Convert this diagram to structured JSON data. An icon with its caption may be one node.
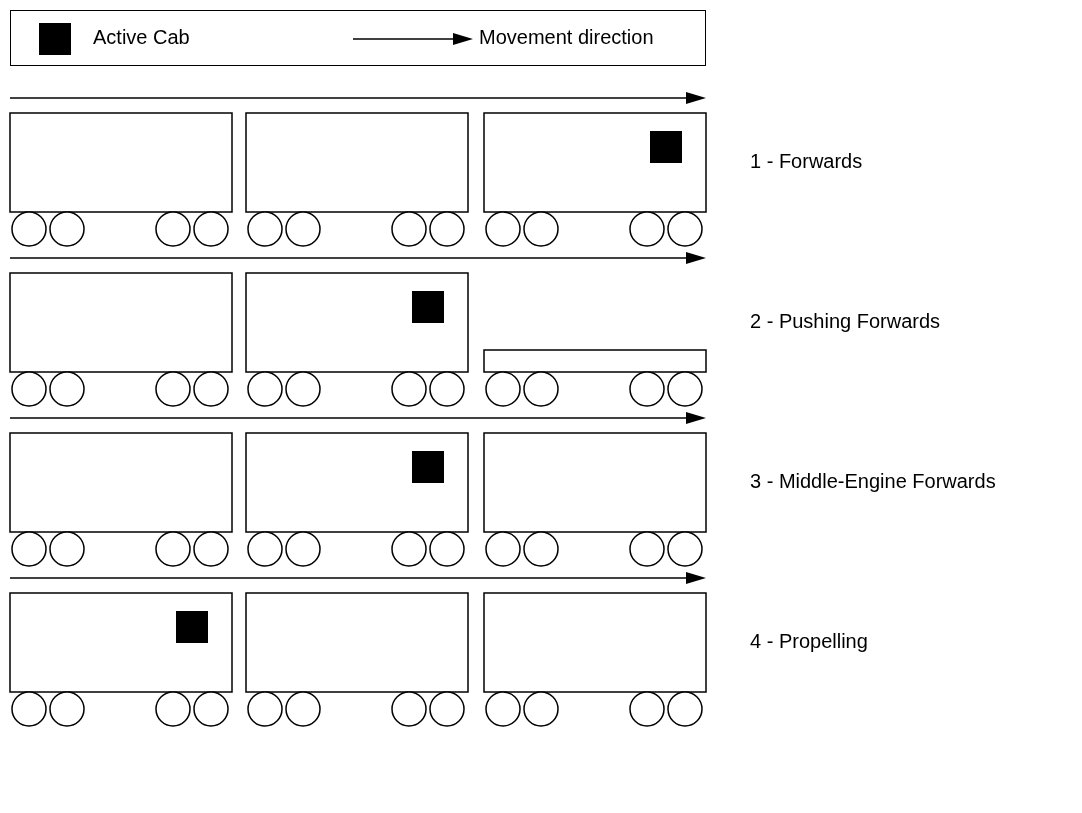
{
  "diagram": {
    "labels": [
      "1 - Forwards",
      "2 - Pushing Forwards",
      "3 - Middle-Engine Forwards",
      "4 - Propelling"
    ],
    "legend": [
      {
        "text": "Active Cab",
        "color": "#000000"
      },
      {
        "text": "Movement direction"
      }
    ]
  }
}
